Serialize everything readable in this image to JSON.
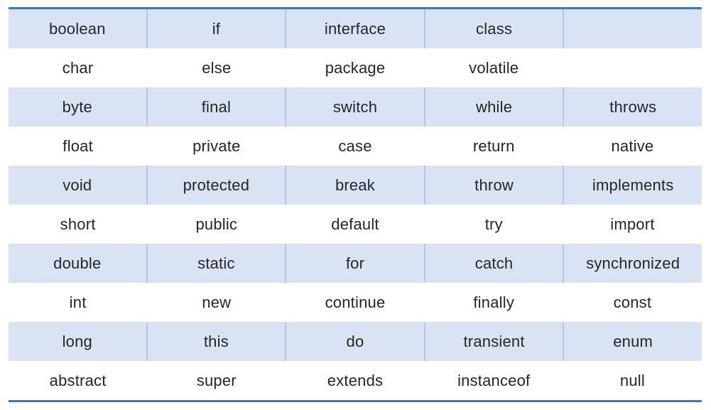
{
  "title": "Java reserved keywords table",
  "colors": {
    "border_accent": "#4472c4",
    "row_shade": "#dae3f3",
    "column_divider": "#b4c7e7",
    "text": "#262626",
    "background": "#ffffff"
  },
  "table": {
    "columns": 5,
    "rows": [
      [
        "boolean",
        "if",
        "interface",
        "class",
        ""
      ],
      [
        "char",
        "else",
        "package",
        "volatile",
        ""
      ],
      [
        "byte",
        "final",
        "switch",
        "while",
        "throws"
      ],
      [
        "float",
        "private",
        "case",
        "return",
        "native"
      ],
      [
        "void",
        "protected",
        "break",
        "throw",
        "implements"
      ],
      [
        "short",
        "public",
        "default",
        "try",
        "import"
      ],
      [
        "double",
        "static",
        "for",
        "catch",
        "synchronized"
      ],
      [
        "int",
        "new",
        "continue",
        "finally",
        "const"
      ],
      [
        "long",
        "this",
        "do",
        "transient",
        "enum"
      ],
      [
        "abstract",
        "super",
        "extends",
        "instanceof",
        "null"
      ]
    ]
  }
}
